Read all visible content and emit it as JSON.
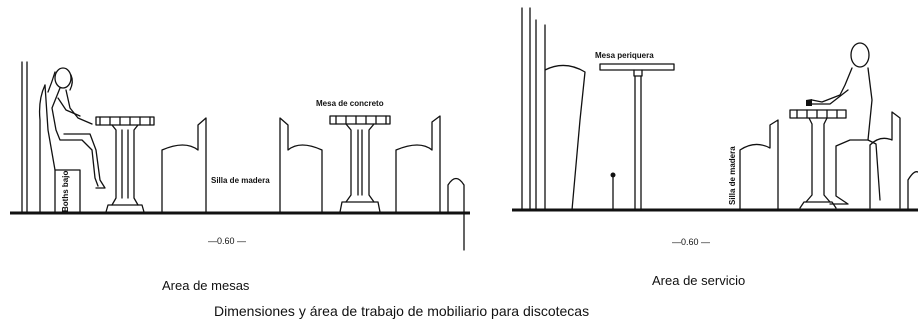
{
  "left_panel": {
    "labels": {
      "booth": "Boths bajo",
      "concrete_table": "Mesa de concreto",
      "wood_chair": "Silla de madera"
    },
    "dimension": "0.60",
    "area_title": "Area de mesas"
  },
  "right_panel": {
    "labels": {
      "high_table": "Mesa periquera",
      "wood_chair": "Silla de madera"
    },
    "dimension": "0.60",
    "area_title": "Area de servicio"
  },
  "caption": "Dimensiones y área de trabajo de mobiliario para discotecas"
}
